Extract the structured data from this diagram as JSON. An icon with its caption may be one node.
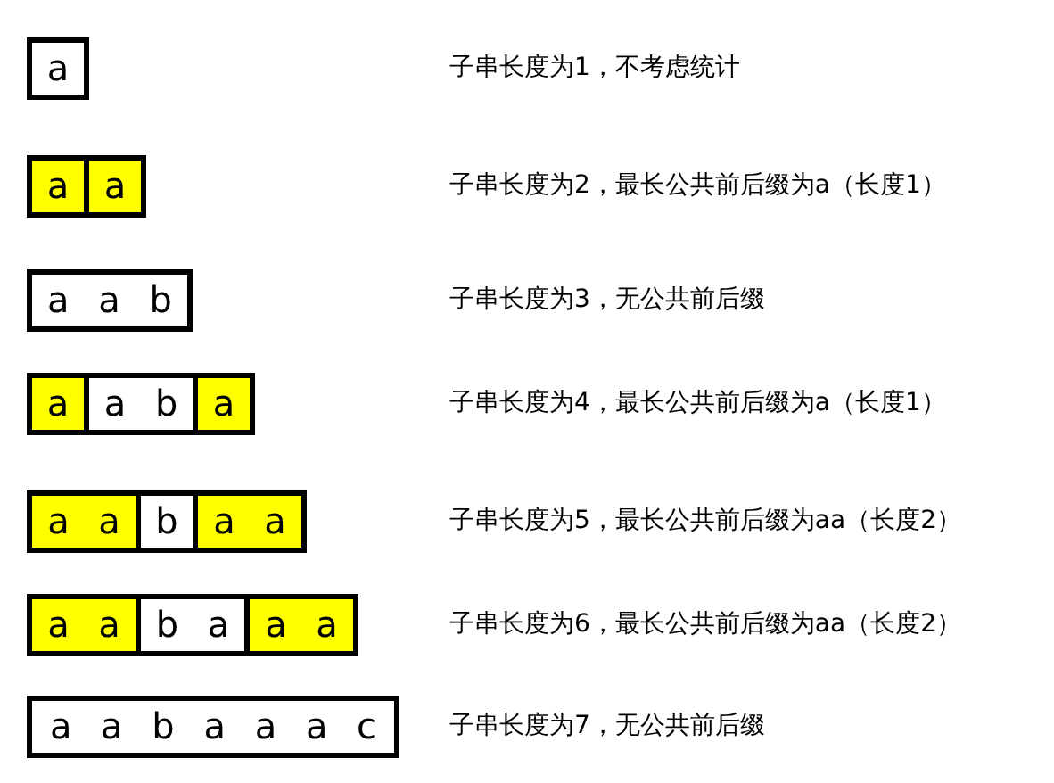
{
  "diagram": {
    "nodes": [
      {
        "text": [
          "a"
        ]
      },
      {
        "text": [
          "a"
        ]
      },
      {
        "text": [
          "a"
        ]
      },
      {
        "text": [
          "a a b"
        ]
      },
      {
        "text": [
          "a"
        ]
      },
      {
        "text": [
          "a b"
        ]
      },
      {
        "text": [
          "a"
        ]
      },
      {
        "text": [
          "a a"
        ]
      },
      {
        "text": [
          "b"
        ]
      },
      {
        "text": [
          "a a"
        ]
      },
      {
        "text": [
          "a a"
        ]
      },
      {
        "text": [
          "b a"
        ]
      },
      {
        "text": [
          "a a"
        ]
      },
      {
        "text": [
          "a a b a a a c"
        ]
      }
    ],
    "edges": [],
    "labels": [
      "子串长度为1，不考虑统计",
      "子串长度为2，最长公共前后缀为a（长度1）",
      "子串长度为3，无公共前后缀",
      "子串长度为4，最长公共前后缀为a（长度1）",
      "子串长度为5，最长公共前后缀为aa（长度2）",
      "子串长度为6，最长公共前后缀为aa（长度2）",
      "子串长度为7，无公共前后缀"
    ]
  }
}
